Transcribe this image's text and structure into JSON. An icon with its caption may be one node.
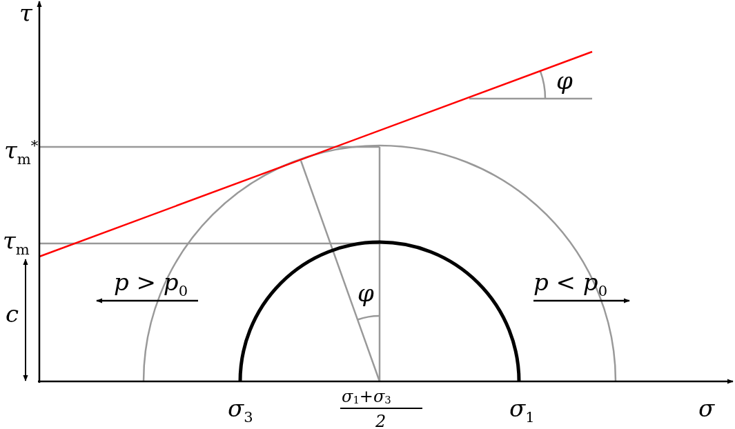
{
  "diagram": {
    "labels": [
      "τ",
      "φ",
      "τ$_{m}$$^{*}$",
      "τ$_{m}$",
      "p > p$_{0}$",
      "φ",
      "p < p$_{0}$",
      "c",
      "σ$_{3}$",
      "σ$_{1}$+σ$_{3}$",
      "2",
      "σ$_{1}$",
      "σ"
    ]
  }
}
